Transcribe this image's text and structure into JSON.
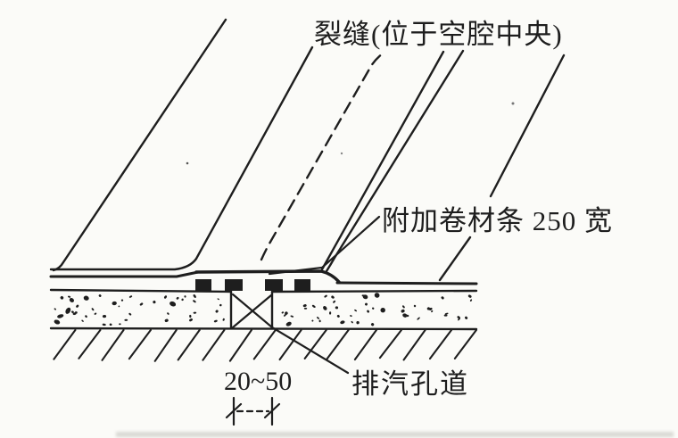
{
  "figure": {
    "background_color": "#fbfbf8",
    "ink_color": "#1e1e1e",
    "labels": {
      "crack": "裂缝(位于空腔中央)",
      "strip": "附加卷材条 250 宽",
      "vent": "排汽孔道",
      "dimension": "20~50"
    }
  }
}
